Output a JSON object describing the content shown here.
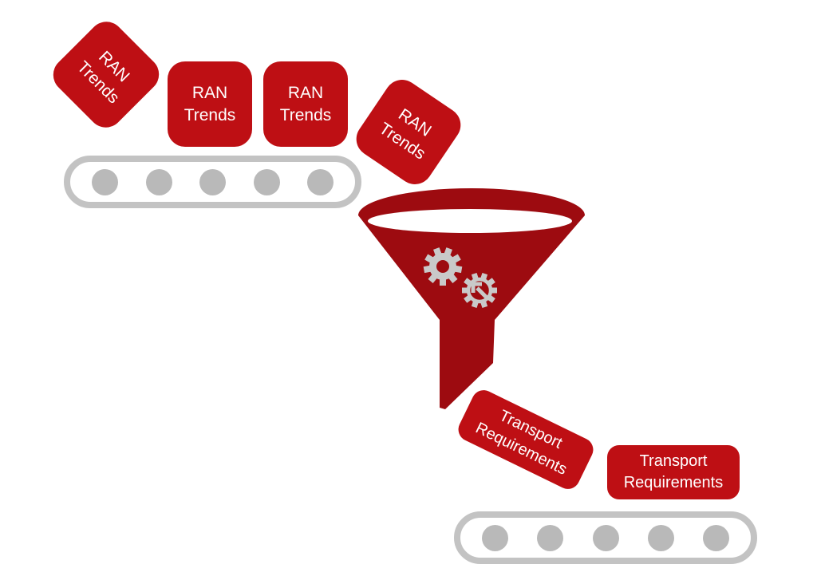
{
  "colors": {
    "box_red": "#be0f14",
    "funnel_red": "#9d0b10",
    "belt_gray": "#c3c3c3",
    "dot_gray": "#b9b9b9",
    "gear_gray": "#c9c9c9",
    "opening_white": "#ffffff",
    "label_text": "#ffffff"
  },
  "input_boxes": [
    {
      "id": "ran-1",
      "label": "RAN\nTrends"
    },
    {
      "id": "ran-2",
      "label": "RAN\nTrends"
    },
    {
      "id": "ran-3",
      "label": "RAN\nTrends"
    },
    {
      "id": "ran-4",
      "label": "RAN\nTrends"
    }
  ],
  "output_boxes": [
    {
      "id": "transport-1",
      "label": "Transport\nRequirements"
    },
    {
      "id": "transport-2",
      "label": "Transport\nRequirements"
    }
  ],
  "input_conveyor": {
    "dot_count": 5
  },
  "output_conveyor": {
    "dot_count": 5
  },
  "funnel": {
    "gear_icons": [
      "gear-icon",
      "gear-arrow-icon"
    ]
  }
}
